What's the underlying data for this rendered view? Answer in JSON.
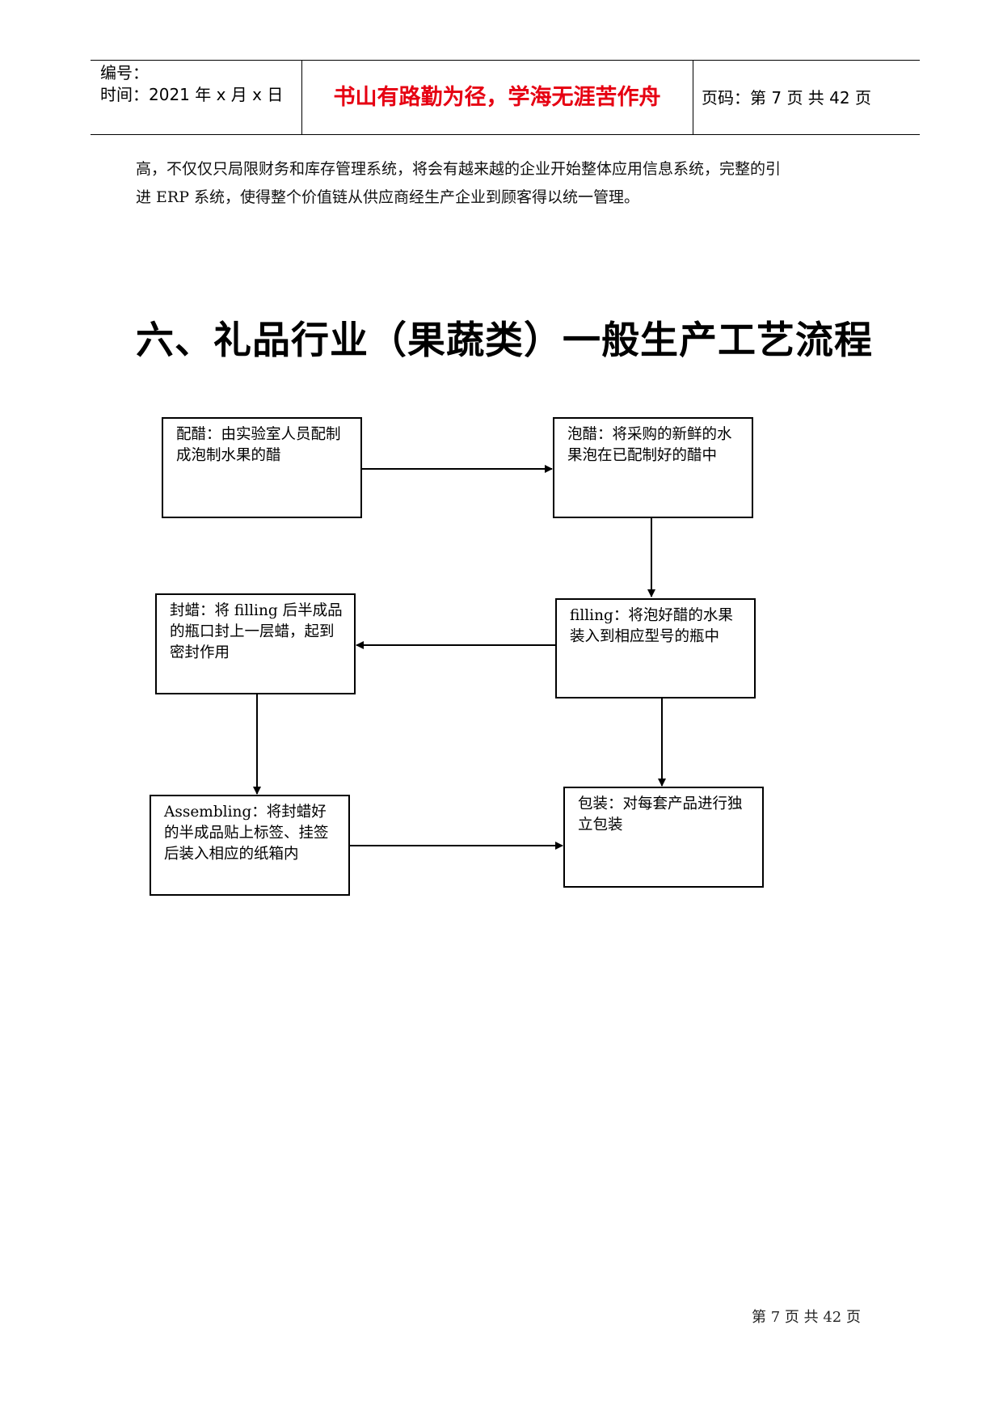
{
  "header": {
    "number_label": "编号：",
    "time_label": "时间：2021 年 x 月 x 日",
    "motto": "书山有路勤为径，学海无涯苦作舟",
    "page_label": "页码：第 7 页  共 42 页",
    "motto_color": "#e60012"
  },
  "body": {
    "paragraph_line_1": "高，不仅仅只局限财务和库存管理系统，将会有越来越的企业开始整体应用信息系统，完整的引",
    "paragraph_line_2": "进 ERP 系统，使得整个价值链从供应商经生产企业到顾客得以统一管理。",
    "section_title": "六、礼品行业（果蔬类）一般生产工艺流程"
  },
  "flowchart": {
    "steps": [
      {
        "id": "step-1",
        "text": "配醋：由实验室人员配制成泡制水果的醋"
      },
      {
        "id": "step-2",
        "text": "泡醋：将采购的新鲜的水果泡在已配制好的醋中"
      },
      {
        "id": "step-3",
        "text": "filling：将泡好醋的水果装入到相应型号的瓶中"
      },
      {
        "id": "step-4",
        "text": "封蜡：将 filling 后半成品的瓶口封上一层蜡，起到密封作用"
      },
      {
        "id": "step-5",
        "text": "Assembling：将封蜡好的半成品贴上标签、挂签后装入相应的纸箱内"
      },
      {
        "id": "step-6",
        "text": "包装：对每套产品进行独立包装"
      }
    ],
    "edges": [
      {
        "from": "step-1",
        "to": "step-2"
      },
      {
        "from": "step-2",
        "to": "step-3"
      },
      {
        "from": "step-3",
        "to": "step-4"
      },
      {
        "from": "step-4",
        "to": "step-5"
      },
      {
        "from": "step-5",
        "to": "step-6"
      }
    ]
  },
  "footer": {
    "page_text": "第 7 页 共 42 页"
  }
}
